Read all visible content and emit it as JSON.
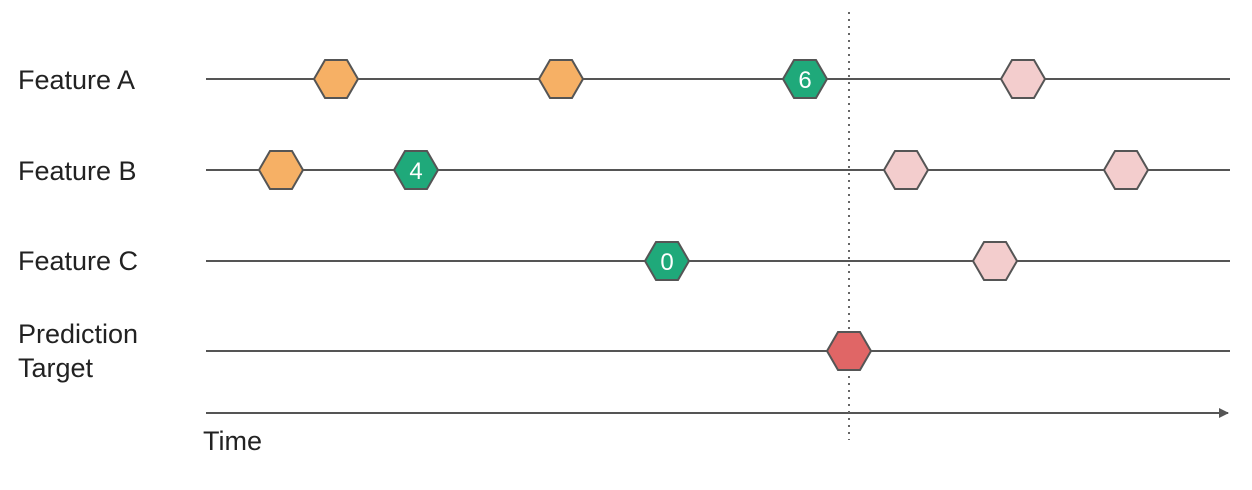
{
  "colors": {
    "past_event": "#F6B065",
    "labeled_event": "#1FA97A",
    "future_event": "#F3CDCD",
    "target_event": "#E06666",
    "line": "#555555"
  },
  "rows": [
    {
      "label_lines": [
        "Feature A"
      ],
      "events": [
        {
          "kind": "past",
          "label": ""
        },
        {
          "kind": "past",
          "label": ""
        },
        {
          "kind": "labeled",
          "label": "6"
        },
        {
          "kind": "future",
          "label": ""
        }
      ]
    },
    {
      "label_lines": [
        "Feature B"
      ],
      "events": [
        {
          "kind": "past",
          "label": ""
        },
        {
          "kind": "labeled",
          "label": "4"
        },
        {
          "kind": "future",
          "label": ""
        },
        {
          "kind": "future",
          "label": ""
        }
      ]
    },
    {
      "label_lines": [
        "Feature C"
      ],
      "events": [
        {
          "kind": "labeled",
          "label": "0"
        },
        {
          "kind": "future",
          "label": ""
        }
      ]
    },
    {
      "label_lines": [
        "Prediction",
        "Target"
      ],
      "events": [
        {
          "kind": "target",
          "label": ""
        }
      ]
    }
  ],
  "axis": {
    "label": "Time"
  }
}
